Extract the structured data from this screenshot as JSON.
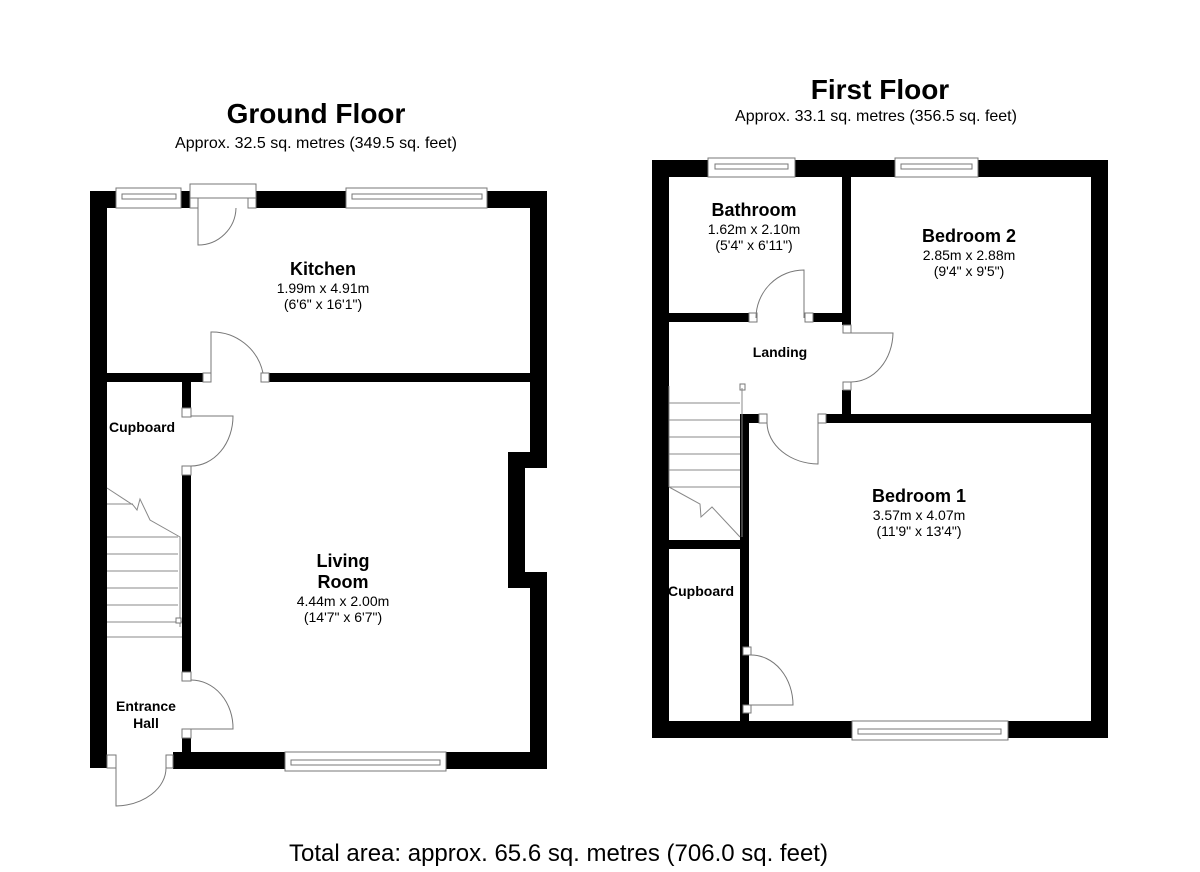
{
  "ground_floor": {
    "title": "Ground Floor",
    "area": "Approx. 32.5 sq. metres (349.5 sq. feet)",
    "rooms": [
      {
        "name": "Kitchen",
        "metric": "1.99m x 4.91m",
        "imperial": "(6'6\" x 16'1\")"
      },
      {
        "name_line1": "Living",
        "name_line2": "Room",
        "metric": "4.44m x 2.00m",
        "imperial": "(14'7\" x 6'7\")"
      },
      {
        "name": "Cupboard"
      },
      {
        "name_line1": "Entrance",
        "name_line2": "Hall"
      }
    ]
  },
  "first_floor": {
    "title": "First Floor",
    "area": "Approx. 33.1 sq. metres (356.5 sq. feet)",
    "rooms": [
      {
        "name": "Bathroom",
        "metric": "1.62m x 2.10m",
        "imperial": "(5'4\" x 6'11\")"
      },
      {
        "name": "Bedroom 2",
        "metric": "2.85m x 2.88m",
        "imperial": "(9'4\" x 9'5\")"
      },
      {
        "name": "Landing"
      },
      {
        "name": "Bedroom 1",
        "metric": "3.57m x 4.07m",
        "imperial": "(11'9\" x 13'4\")"
      },
      {
        "name": "Cupboard"
      }
    ]
  },
  "total_area": "Total area: approx. 65.6 sq. metres (706.0 sq. feet)",
  "colors": {
    "wall": "#000000",
    "fixture_line": "#777777",
    "background": "#ffffff"
  }
}
